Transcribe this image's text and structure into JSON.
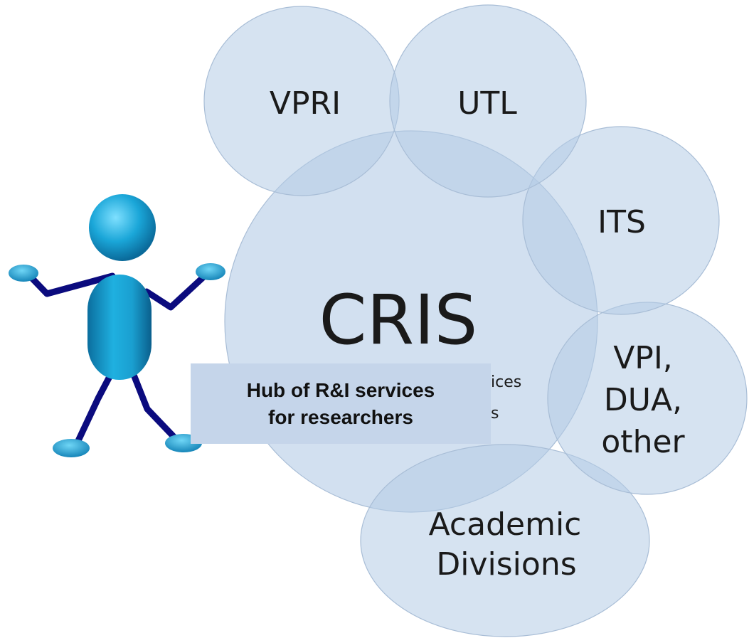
{
  "hub": {
    "title": "CRIS",
    "partial_text_1": "ices",
    "partial_text_2": "s",
    "callout_line1": "Hub of R&I services",
    "callout_line2": "for researchers"
  },
  "partners": [
    {
      "id": "vpri",
      "label": "VPRI"
    },
    {
      "id": "utl",
      "label": "UTL"
    },
    {
      "id": "its",
      "label": "ITS"
    },
    {
      "id": "vpi",
      "lines": [
        "VPI,",
        "DUA,",
        "other"
      ]
    },
    {
      "id": "academic",
      "lines": [
        "Academic",
        "Divisions"
      ]
    }
  ],
  "colors": {
    "circle_fill": "#b4cce6",
    "circle_stroke": "#a8bdd6",
    "figure_body": "#1e90c8",
    "figure_limbs": "#0a0a7a",
    "callout_bg": "#c5d5ea"
  }
}
